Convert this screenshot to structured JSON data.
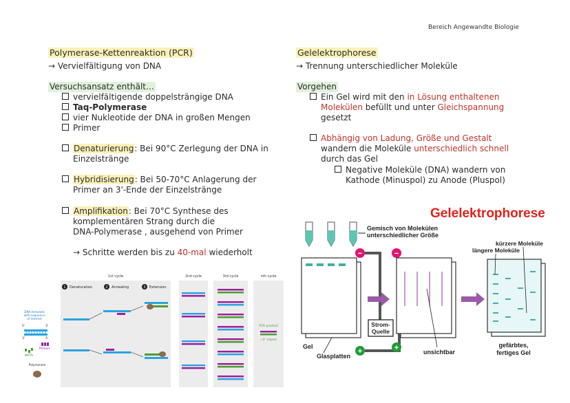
{
  "header": {
    "section": "Bereich Angewandte Biologie"
  },
  "left": {
    "title": "Polymerase-Kettenreaktion (PCR)",
    "subtitle": "→ Vervielfältigung von DNA",
    "setup_heading": "Versuchsansatz enthält…",
    "setup_items": [
      "vervielfältigende doppelsträngige DNA",
      "Taq-Polymerase",
      "vier Nukleotide der DNA in großen Mengen",
      "Primer"
    ],
    "steps": [
      {
        "term": "Denaturierung",
        "rest1": ": Bei 90°C Zerlegung der DNA in",
        "rest2": "Einzelstränge"
      },
      {
        "term": "Hybridisierung",
        "rest1": ": Bei 50-70°C Anlagerung der",
        "rest2": "Primer an 3'-Ende der Einzelstränge"
      },
      {
        "term": "Amplifikation",
        "rest1": ": Bei 70°C Synthese des",
        "rest2": "komplementären Strang durch die",
        "rest3": "DNA-Polymerase , ausgehend von Primer"
      }
    ],
    "repeat_pre": "→ Schritte werden bis zu ",
    "repeat_red": "40-mal",
    "repeat_post": " wiederholt"
  },
  "right": {
    "title": "Gelelektrophorese",
    "subtitle": "→ Trennung unterschiedlicher Moleküle",
    "procedure_heading": "Vorgehen",
    "p1_a": "Ein Gel wird mit den ",
    "p1_red1": "in Lösung enthaltenen",
    "p1_red2": "Molekülen",
    "p1_b": " befüllt und unter ",
    "p1_red3": "Gleichspannung",
    "p1_c": "gesetzt",
    "p2_red1": "Abhängig von Ladung, Größe und Gestalt",
    "p2_a": "wandern die Moleküle ",
    "p2_red2": "unterschiedlich schnell",
    "p2_b": "durch das Gel",
    "p3_a": "Negative Moleküle (DNA) wandern von",
    "p3_b": "Kathode (Minuspol) zu Anode (Pluspol)"
  },
  "pcr_figure": {
    "cycle1": "1st cycle",
    "cycle2": "2nd cycle",
    "cycle3": "3rd cycle",
    "cycleN": "nth cycle",
    "step1": "Denaturation",
    "step2": "Annealing",
    "step3": "Extension",
    "template1": "DNA template",
    "template2": "with sequence",
    "template3": "of interest",
    "primers": "Primers",
    "dntps": "dNTPs",
    "polymerase": "Polymerase",
    "product1": "PCR product",
    "product2": "~2ⁿ copies",
    "n1": "1",
    "n2": "2",
    "n3": "3",
    "five": "5'",
    "three": "3'"
  },
  "gel_figure": {
    "title": "Gelelektrophorese",
    "mixture1": "Gemisch von Molekülen",
    "mixture2": "unterschiedlicher Größe",
    "shorter": "kürzere Moleküle",
    "longer": "längere Moleküle",
    "power1": "Strom-",
    "power2": "Quelle",
    "gel": "Gel",
    "plates": "Glasplatten",
    "invisible": "unsichtbar",
    "stained1": "gefärbtes,",
    "stained2": "fertiges Gel",
    "minus": "−",
    "plus": "+",
    "colors": {
      "title": "#e2231a",
      "minus": "#e0166f",
      "plus": "#1f9d3a",
      "arrow": "#9b5aa8",
      "band": "#3fb1a2"
    }
  }
}
